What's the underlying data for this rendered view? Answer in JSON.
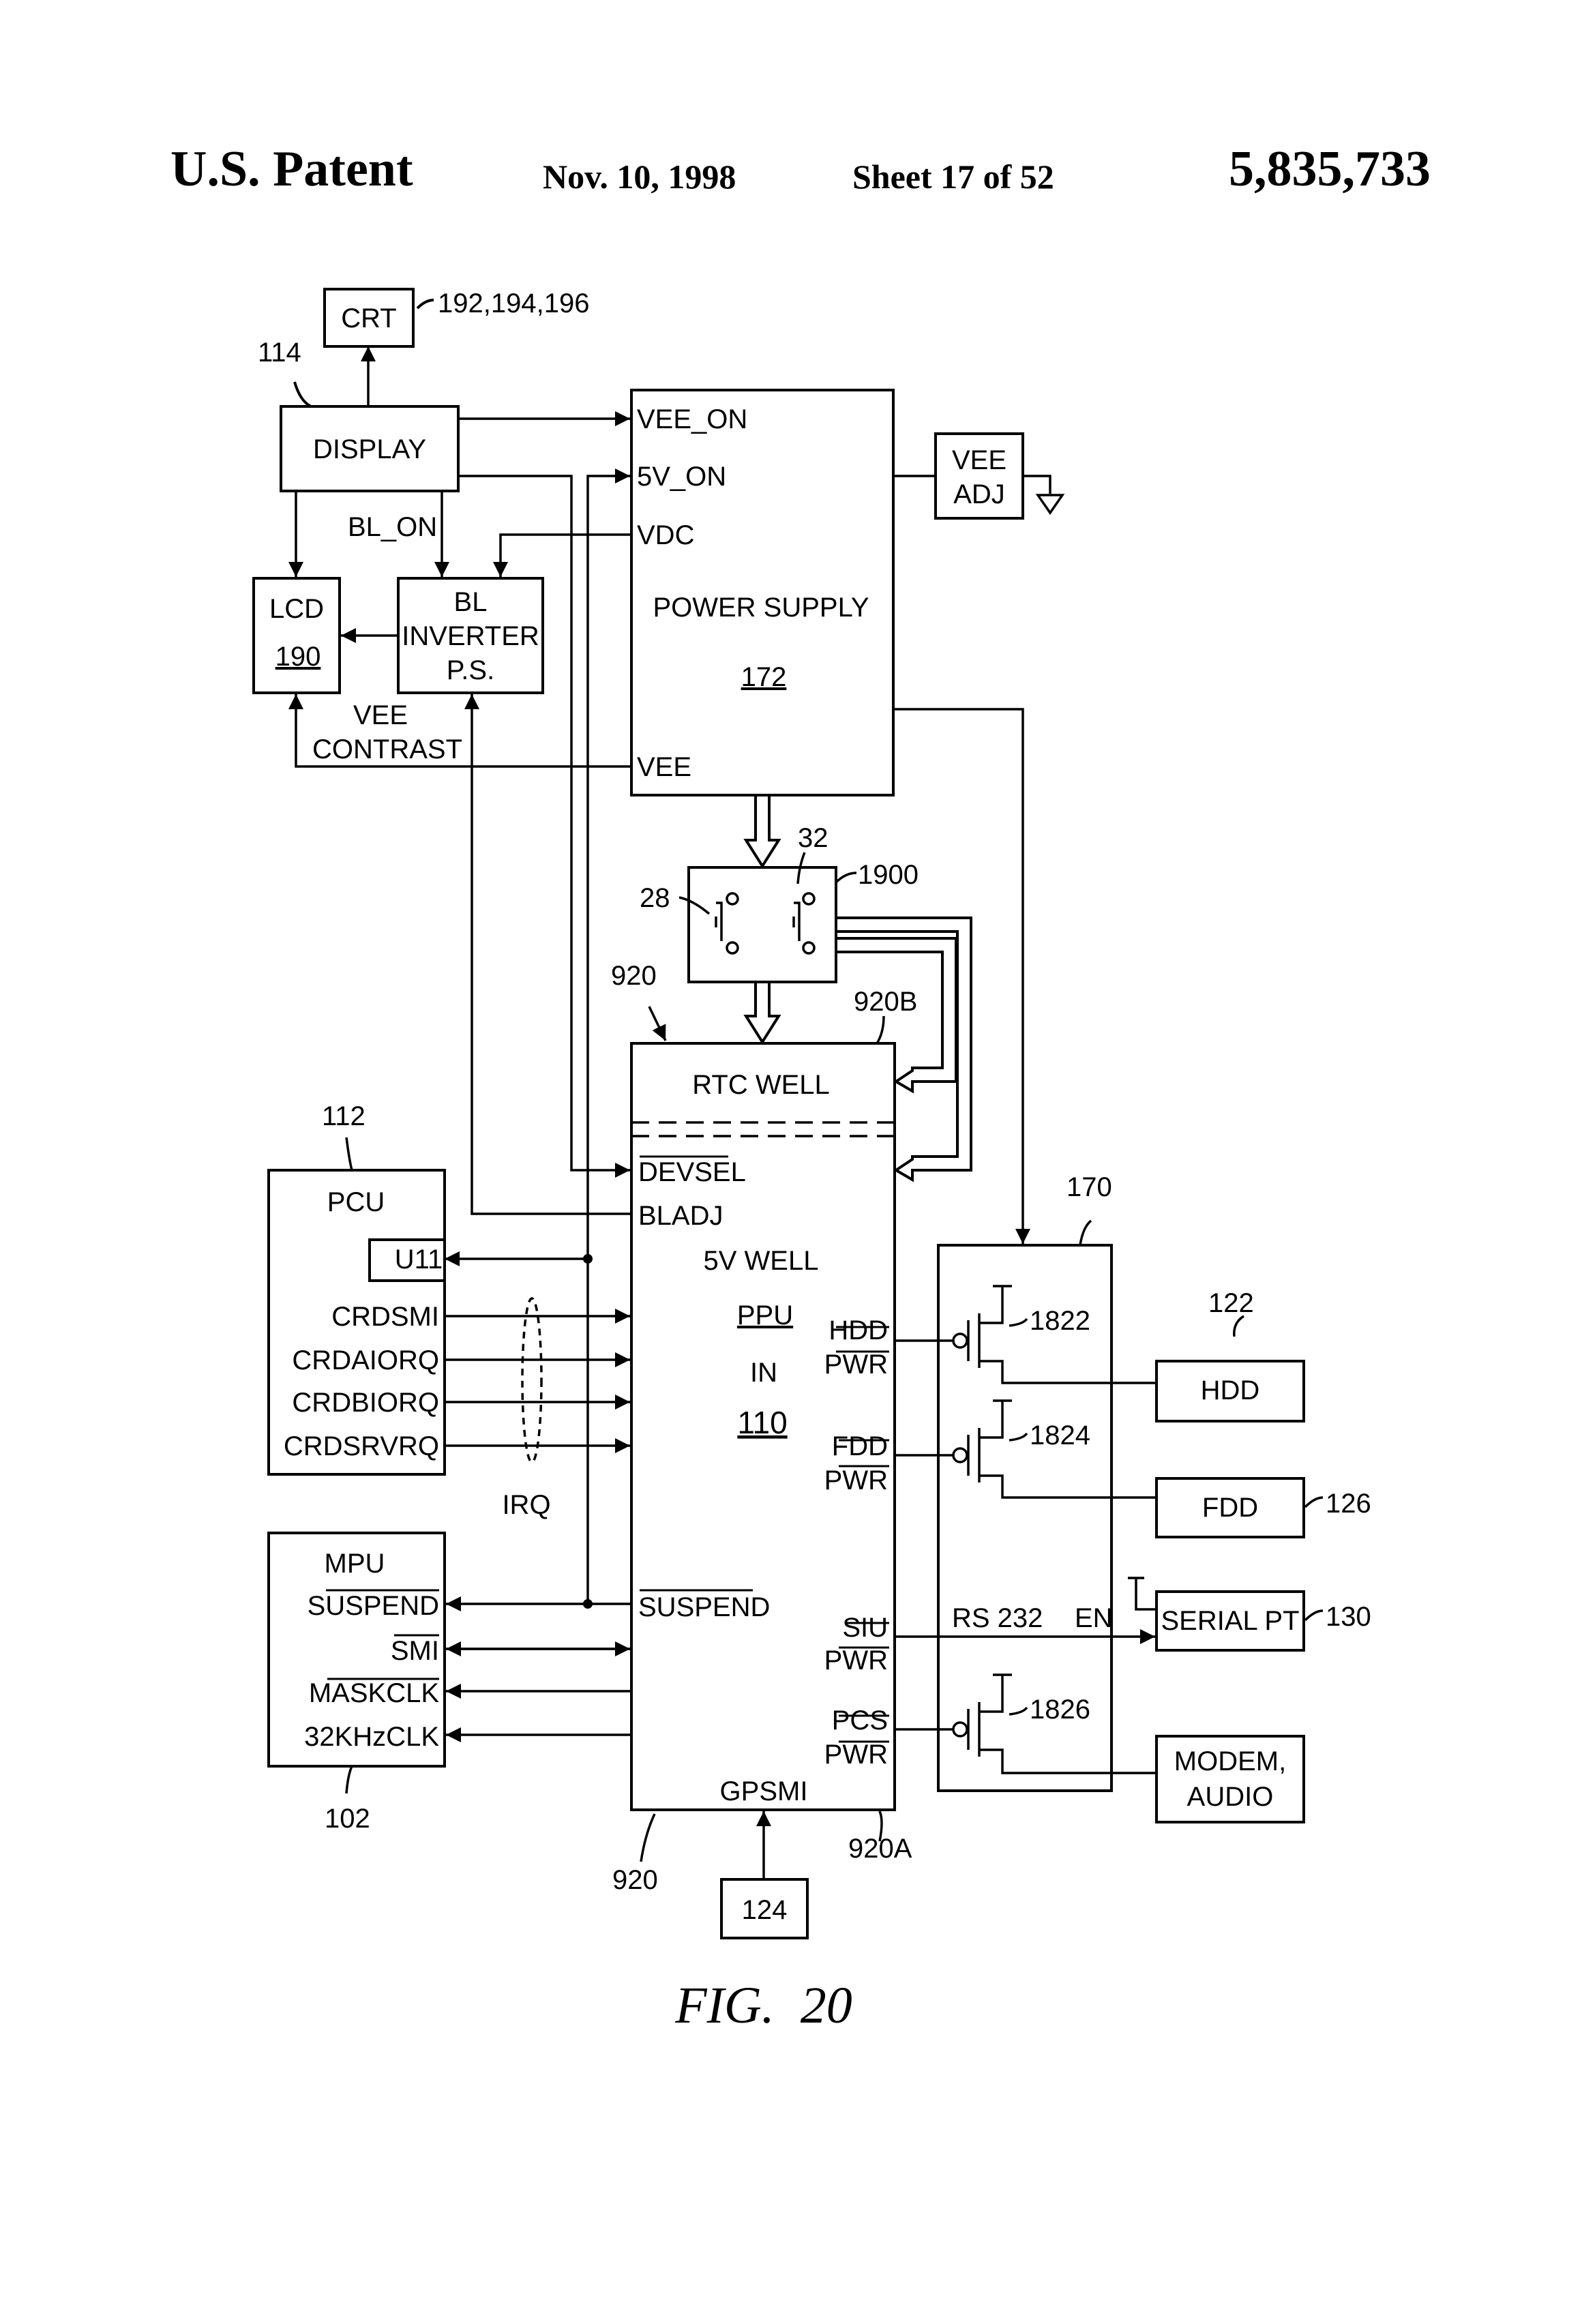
{
  "header": {
    "left": "U.S. Patent",
    "date": "Nov. 10, 1998",
    "sheet": "Sheet 17 of 52",
    "patent_number": "5,835,733"
  },
  "blocks": {
    "crt": {
      "label": "CRT",
      "ref": "192,194,196"
    },
    "display": {
      "label": "DISPLAY",
      "ref": "114"
    },
    "lcd": {
      "label": "LCD",
      "ref": "190"
    },
    "bl_inverter": {
      "line1": "BL",
      "line2": "INVERTER",
      "line3": "P.S."
    },
    "power_supply": {
      "label": "POWER SUPPLY",
      "ref": "172",
      "pins": {
        "vee_on": "VEE_ON",
        "v5_on": "5V_ON",
        "vdc": "VDC",
        "vee": "VEE"
      }
    },
    "vee_adj": {
      "line1": "VEE",
      "line2": "ADJ"
    },
    "switch": {
      "ref": "1900",
      "left_ref": "28",
      "right_ref": "32"
    },
    "ppu": {
      "ref": "920",
      "ref_top_right": "920B",
      "ref_bottom_left": "920",
      "ref_bottom_right": "920A",
      "rtc_well": "RTC WELL",
      "v5_well": "5V WELL",
      "line1": "PPU",
      "line2": "IN",
      "line3": "110",
      "pins": {
        "devsel": "DEVSEL",
        "bladj": "BLADJ",
        "suspend": "SUSPEND",
        "gpsmi": "GPSMI",
        "hdd": "HDD",
        "fdd": "FDD",
        "siu": "SIU",
        "pcs": "PCS",
        "pwr": "PWR"
      }
    },
    "pcu": {
      "label": "PCU",
      "ref": "112",
      "u11": "U11",
      "signals": [
        "CRDSMI",
        "CRDAIORQ",
        "CRDBIORQ",
        "CRDSRVRQ"
      ],
      "irq": "IRQ"
    },
    "mpu": {
      "label": "MPU",
      "ref": "102",
      "signals": [
        "SUSPEND",
        "SMI",
        "MASKCLK",
        "32KHzCLK"
      ]
    },
    "switch_block": {
      "ref": "170",
      "fet1": "1822",
      "fet2": "1824",
      "fet3": "1826",
      "rs232": "RS 232",
      "en": "EN"
    },
    "hdd": {
      "label": "HDD",
      "ref": "122"
    },
    "fdd": {
      "label": "FDD",
      "ref": "126"
    },
    "serial": {
      "label": "SERIAL PT",
      "ref": "130"
    },
    "modem": {
      "line1": "MODEM,",
      "line2": "AUDIO"
    },
    "box124": {
      "label": "124"
    }
  },
  "signal_labels": {
    "bl_on": "BL_ON",
    "vee_contrast_1": "VEE",
    "vee_contrast_2": "CONTRAST"
  },
  "figure_caption": "FIG.  20"
}
